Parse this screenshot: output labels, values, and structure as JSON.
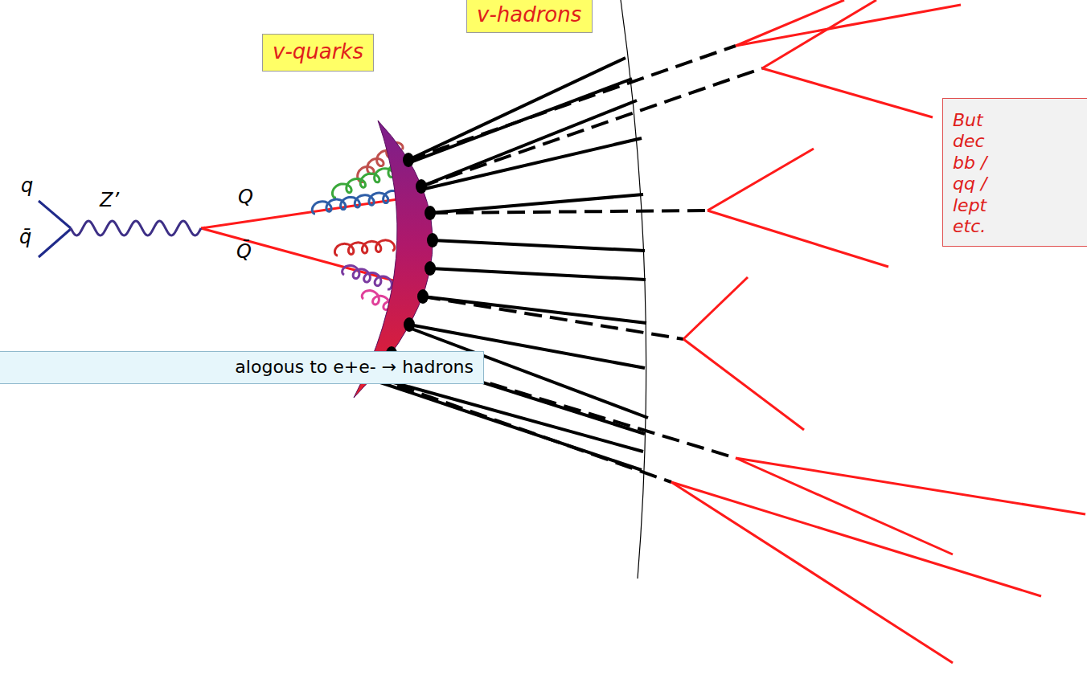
{
  "diagram": {
    "nodes": [
      {
        "text": [
          "v-hadrons"
        ]
      },
      {
        "text": [
          "v-quarks"
        ]
      },
      {
        "text": [
          "But dec bb / qq / lept etc."
        ]
      },
      {
        "text": [
          "alogous to e+e- → hadrons"
        ]
      }
    ],
    "labels": [
      "q",
      "Z’",
      "Q",
      "q̄",
      "Q̄"
    ]
  }
}
